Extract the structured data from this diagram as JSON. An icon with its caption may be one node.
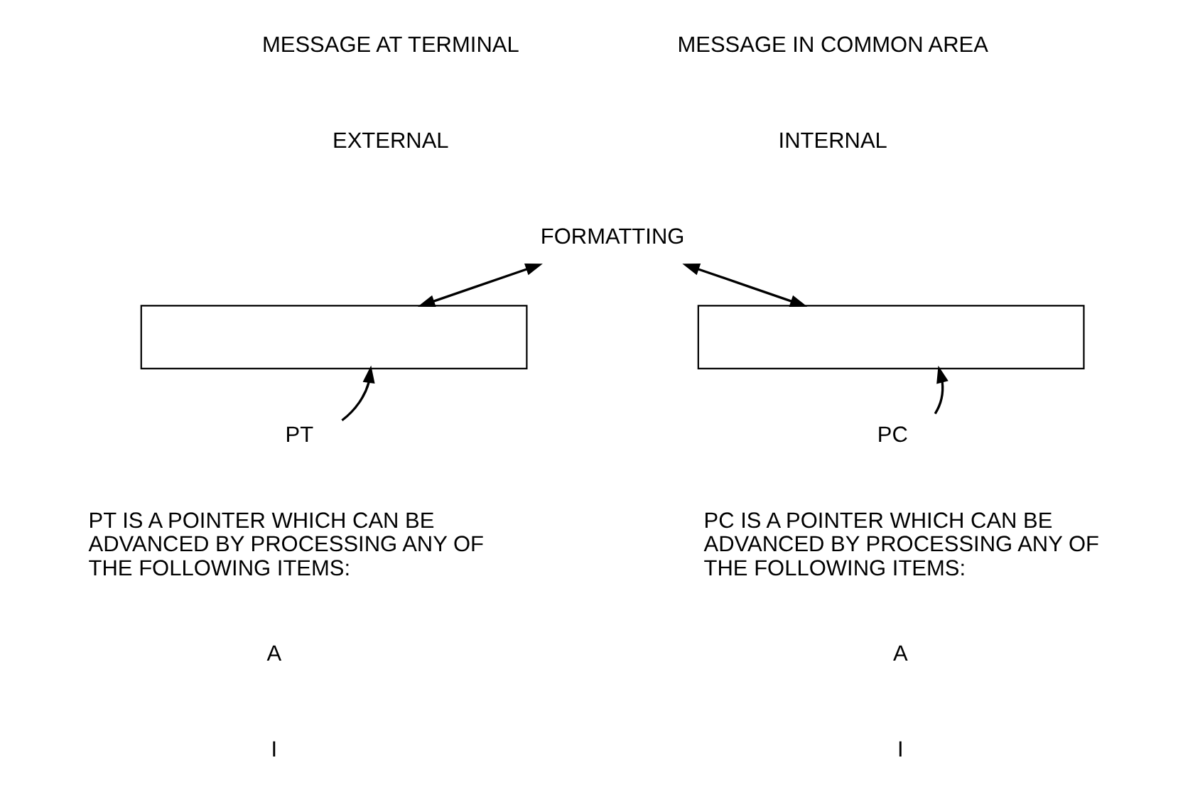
{
  "diagram": {
    "nodes": [
      {
        "text": [
          "FORMATTING"
        ]
      },
      {
        "text": [],
        "shape": "box"
      },
      {
        "text": [],
        "shape": "box"
      },
      {
        "text": [
          "PT"
        ]
      },
      {
        "text": [
          "PC"
        ]
      }
    ],
    "edges": [
      {
        "from": 0,
        "to": 1,
        "arrow": "both"
      },
      {
        "from": 0,
        "to": 2,
        "arrow": "both"
      },
      {
        "from": 3,
        "to": 1,
        "arrow": "to"
      },
      {
        "from": 4,
        "to": 2,
        "arrow": "to"
      }
    ],
    "labels": [
      "MESSAGE AT TERMINAL",
      "MESSAGE IN COMMON AREA",
      "EXTERNAL",
      "INTERNAL",
      "PT IS A POINTER WHICH CAN BE ADVANCED BY PROCESSING ANY OF THE FOLLOWING ITEMS:",
      "PC IS A POINTER WHICH CAN BE ADVANCED BY PROCESSING ANY OF THE FOLLOWING ITEMS:",
      "A",
      "A",
      "I",
      "I"
    ]
  }
}
